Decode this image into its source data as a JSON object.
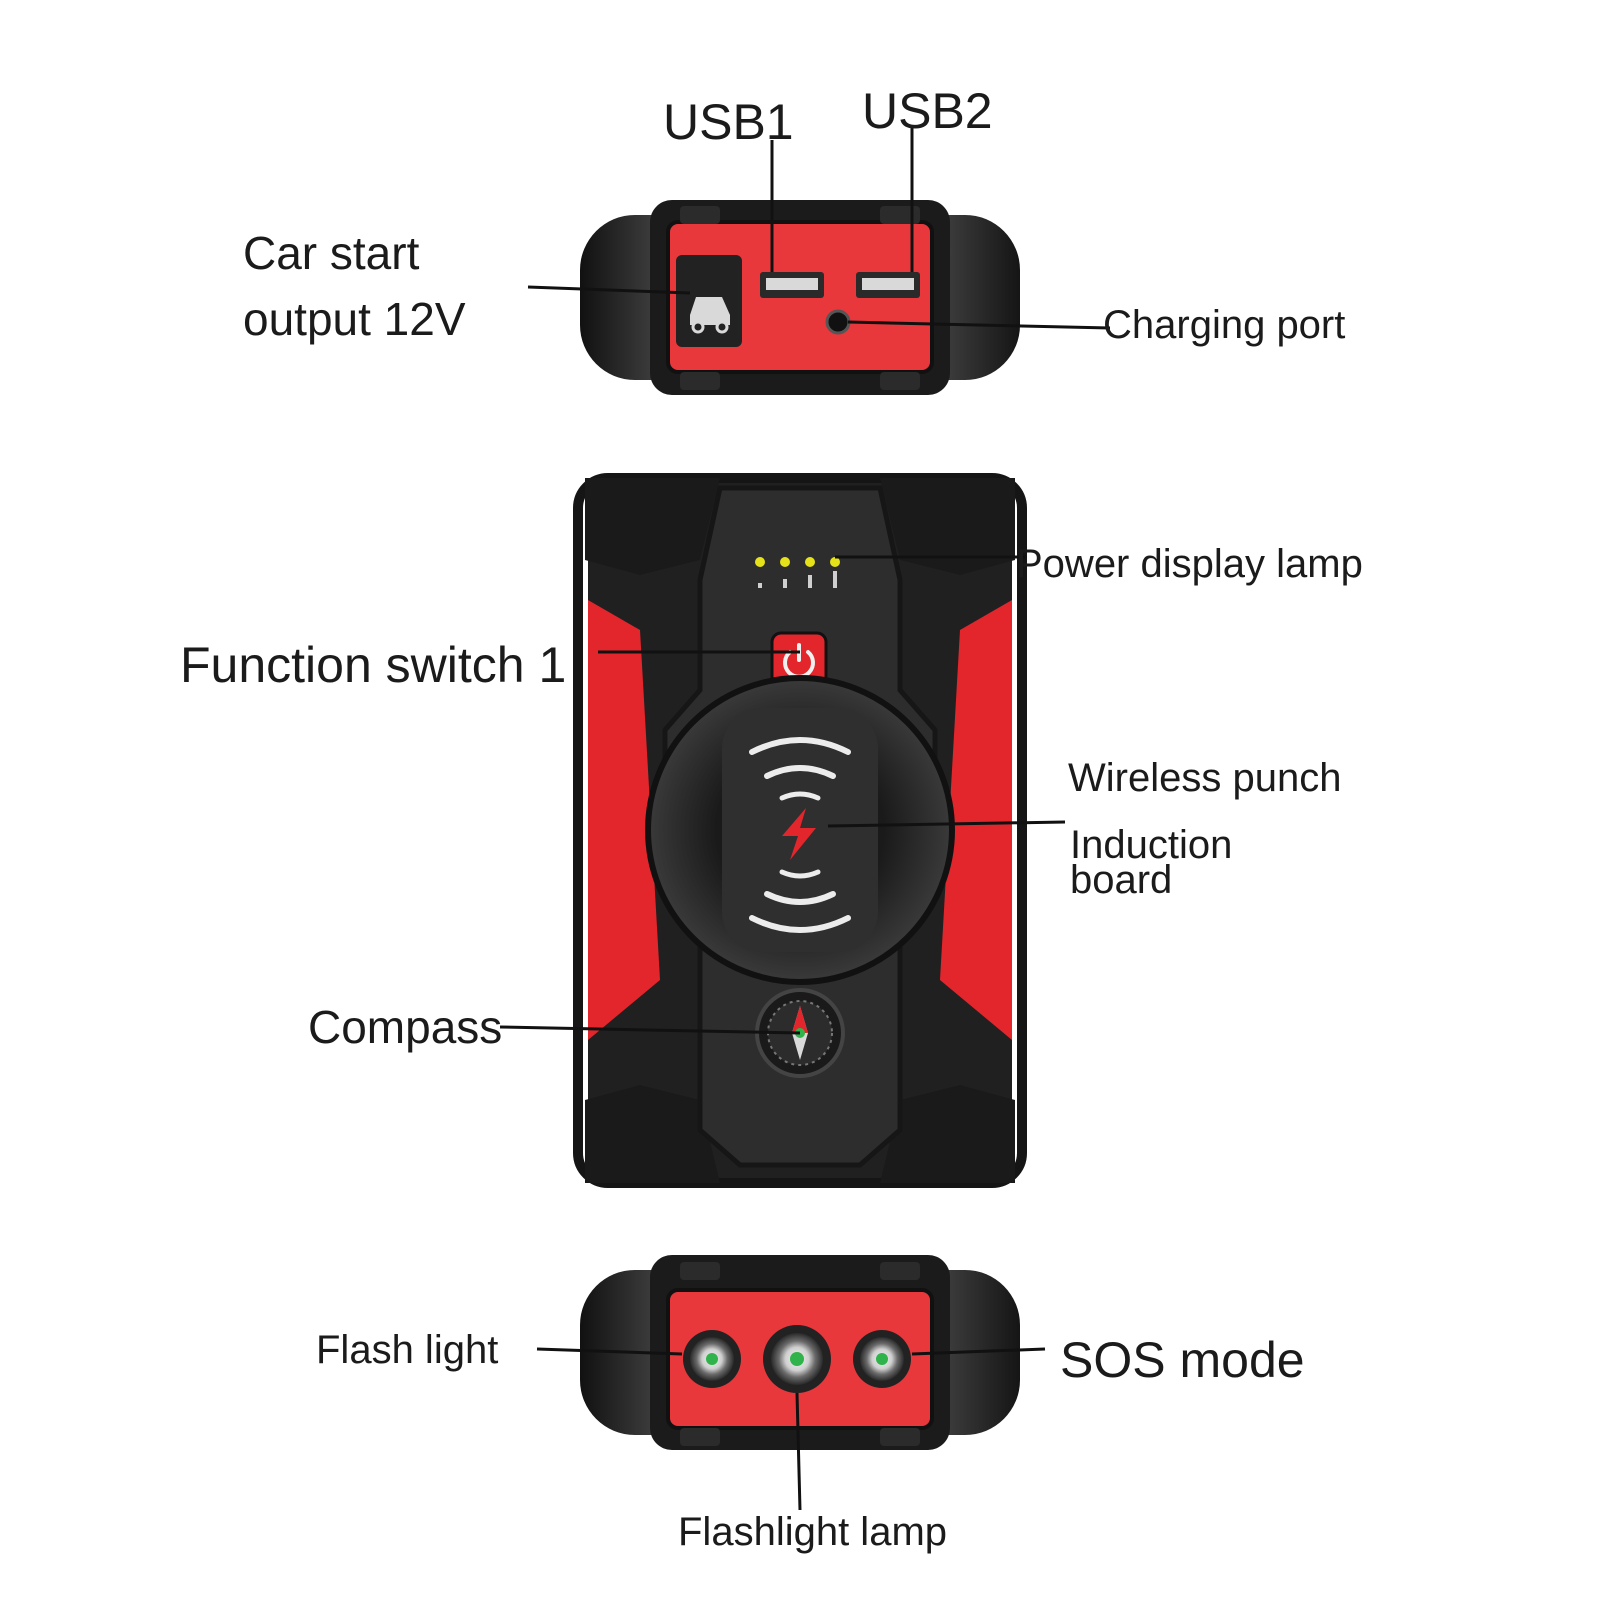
{
  "labels": {
    "usb1": "USB1",
    "usb2": "USB2",
    "car_start_line1": "Car start",
    "car_start_line2": "output 12V",
    "charging_port": "Charging port",
    "power_display_lamp": "Power display lamp",
    "function_switch": "Function switch 1",
    "wireless_line1": "Wireless punch",
    "wireless_line2": "Induction",
    "wireless_line3": "board",
    "compass": "Compass",
    "flash_light": "Flash light",
    "sos_mode": "SOS mode",
    "flashlight_lamp": "Flashlight lamp"
  },
  "colors": {
    "body_dark": "#2a2a2a",
    "body_black": "#151515",
    "accent_red": "#e0262b",
    "panel_red": "#e8383c",
    "indicator_yellow": "#e6e21a",
    "leader_line": "#111111"
  },
  "icons": [
    "car-icon",
    "usb-port-icon",
    "power-icon",
    "wireless-charging-icon",
    "lightning-icon",
    "compass-icon",
    "led-icon"
  ],
  "power_display": {
    "lit_lamps": 4,
    "total_lamps": 4
  }
}
